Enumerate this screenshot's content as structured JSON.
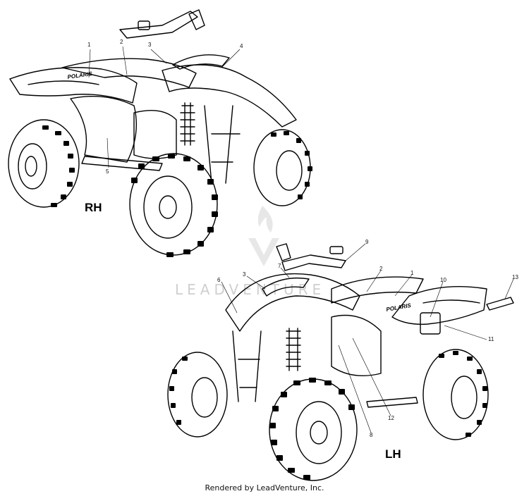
{
  "views": {
    "rh": {
      "label": "RH"
    },
    "lh": {
      "label": "LH"
    }
  },
  "callouts_rh": [
    "1",
    "2",
    "3",
    "4",
    "5"
  ],
  "callouts_lh": [
    "9",
    "7",
    "3",
    "2",
    "1",
    "10",
    "13",
    "6",
    "11",
    "12",
    "8"
  ],
  "decal_text": "POLARIS",
  "watermark": "LEADVENTURE",
  "footer": "Rendered by LeadVenture, Inc."
}
